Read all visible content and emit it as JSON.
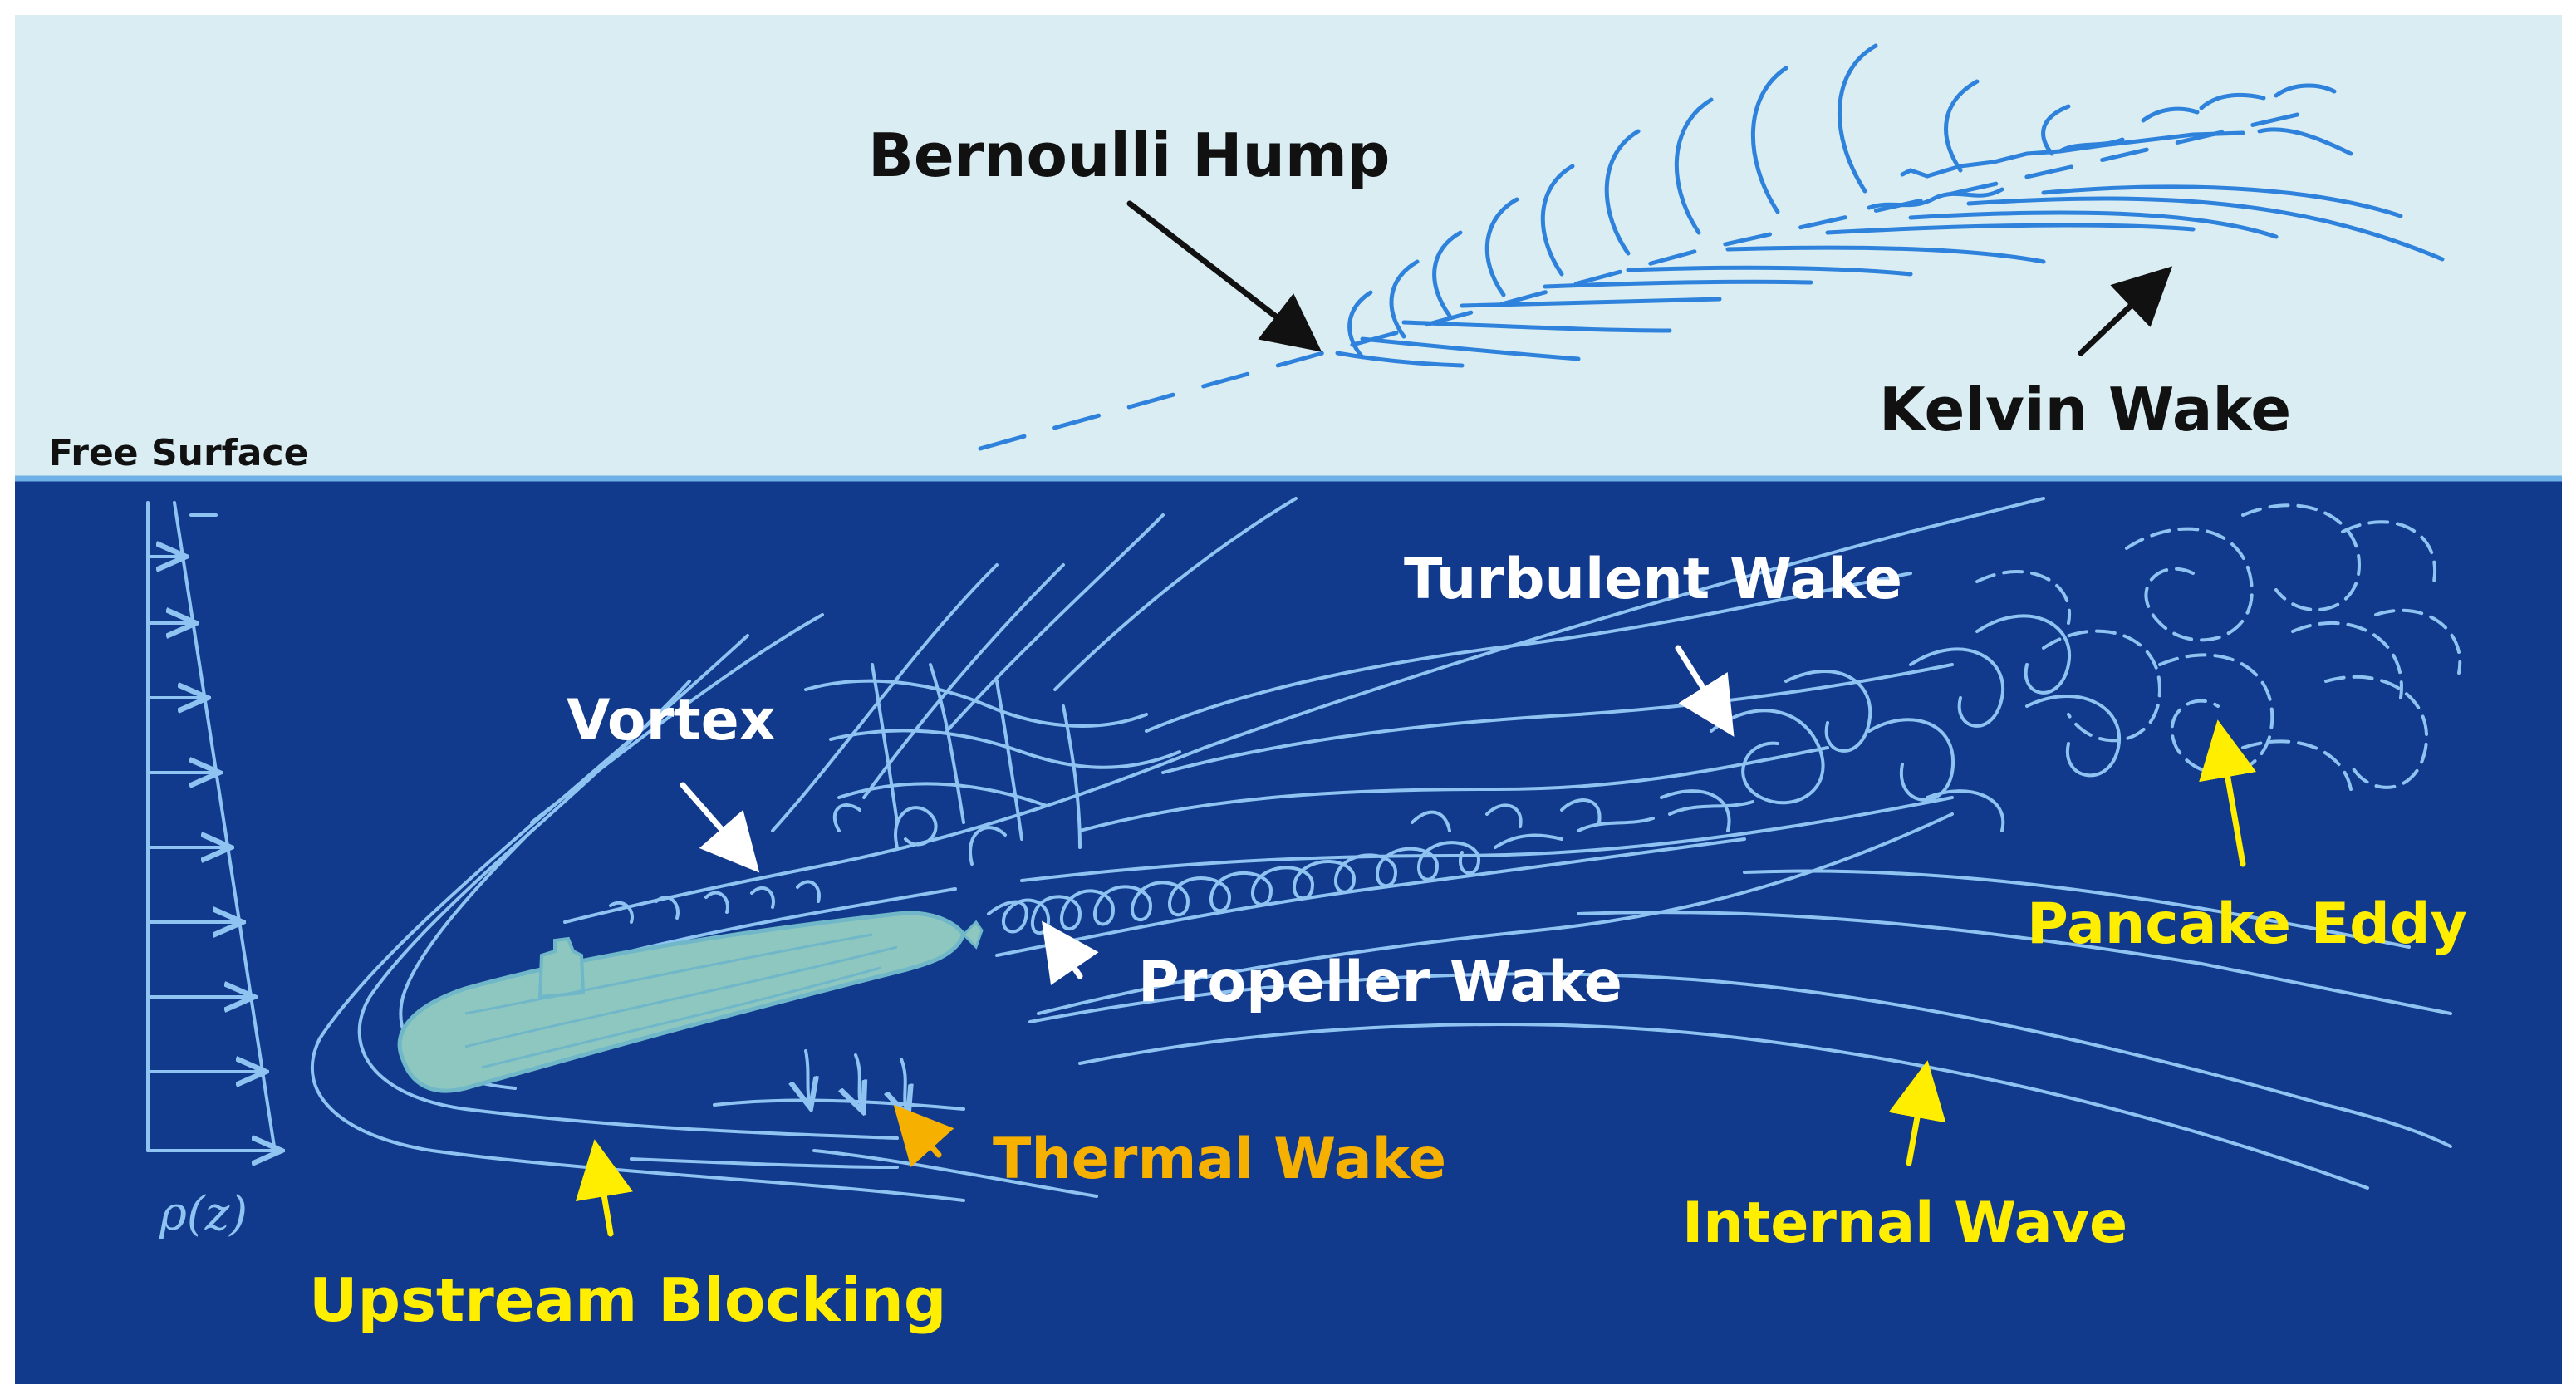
{
  "labels": {
    "free_surface": "Free Surface",
    "bernoulli_hump": "Bernoulli Hump",
    "kelvin_wake": "Kelvin Wake",
    "turbulent_wake": "Turbulent Wake",
    "vortex": "Vortex",
    "propeller_wake": "Propeller Wake",
    "pancake_eddy": "Pancake Eddy",
    "thermal_wake": "Thermal Wake",
    "internal_wave": "Internal Wave",
    "upstream_blocking": "Upstream Blocking",
    "density_profile": "ρ(z)"
  },
  "colors": {
    "sky": "#d9edf3",
    "water": "#123a8c",
    "surface_line": "#6fb0e6",
    "sketch_line": "#8fc4f2",
    "surface_sketch": "#2e82dc",
    "submarine_fill": "#8ec7bf",
    "label_black": "#111111",
    "label_white": "#ffffff",
    "label_yellow": "#ffee00",
    "label_orange": "#f5b000"
  }
}
